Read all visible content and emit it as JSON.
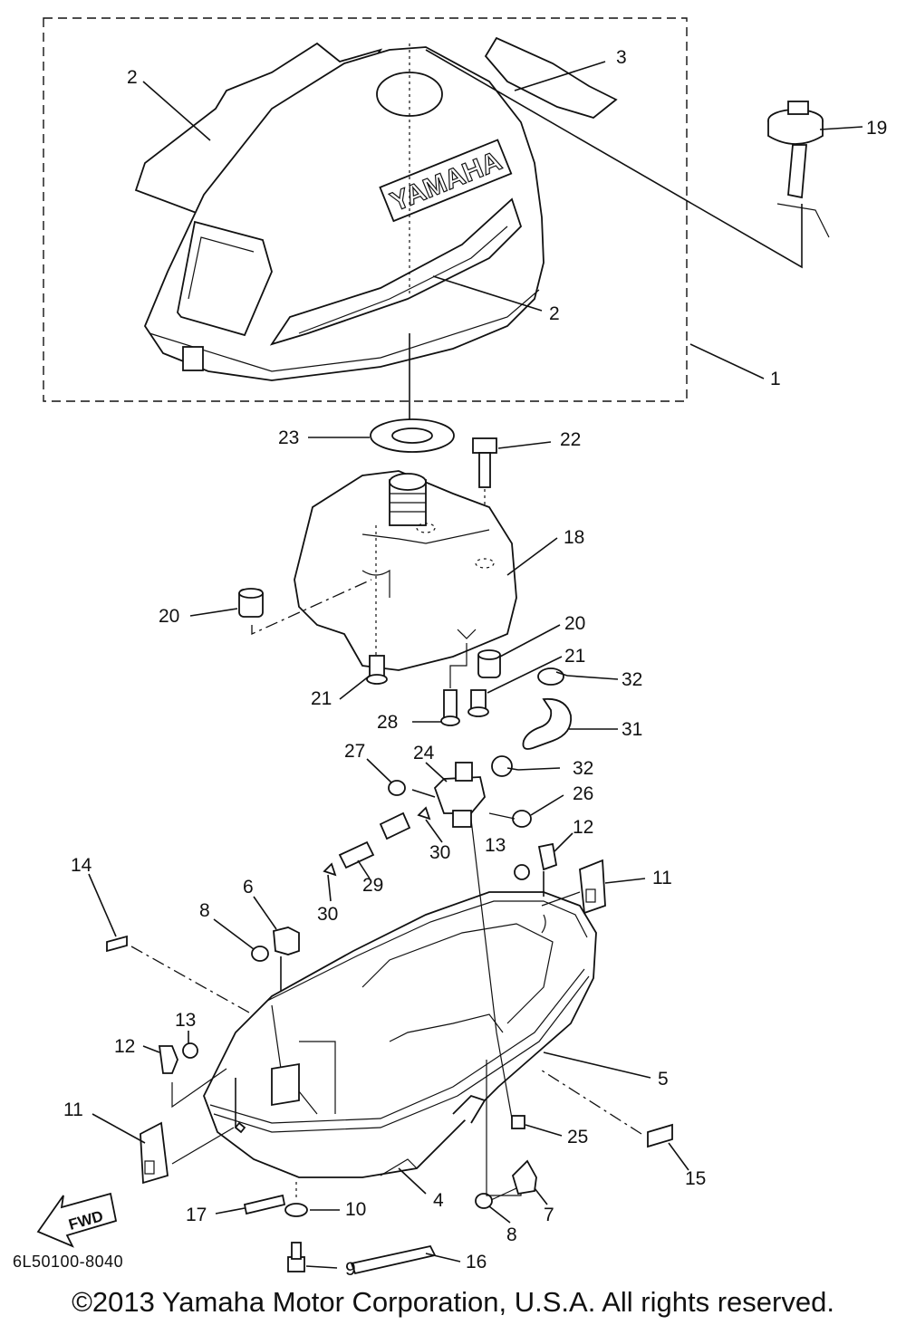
{
  "diagram": {
    "brand_mark": "YAMAHA",
    "fwd_label": "FWD",
    "doc_number": "6L50100-8040",
    "copyright": "©2013 Yamaha Motor Corporation, U.S.A. All rights reserved.",
    "callouts": {
      "c1": "1",
      "c2a": "2",
      "c2b": "2",
      "c3": "3",
      "c4": "4",
      "c5": "5",
      "c6": "6",
      "c7": "7",
      "c8a": "8",
      "c8b": "8",
      "c9": "9",
      "c10": "10",
      "c11a": "11",
      "c11b": "11",
      "c12a": "12",
      "c12b": "12",
      "c13a": "13",
      "c13b": "13",
      "c14": "14",
      "c15": "15",
      "c16": "16",
      "c17": "17",
      "c18": "18",
      "c19": "19",
      "c20a": "20",
      "c20b": "20",
      "c21a": "21",
      "c21b": "21",
      "c22": "22",
      "c23": "23",
      "c24": "24",
      "c25": "25",
      "c26": "26",
      "c27": "27",
      "c28": "28",
      "c29": "29",
      "c30a": "30",
      "c30b": "30",
      "c31": "31",
      "c32a": "32",
      "c32b": "32"
    }
  }
}
